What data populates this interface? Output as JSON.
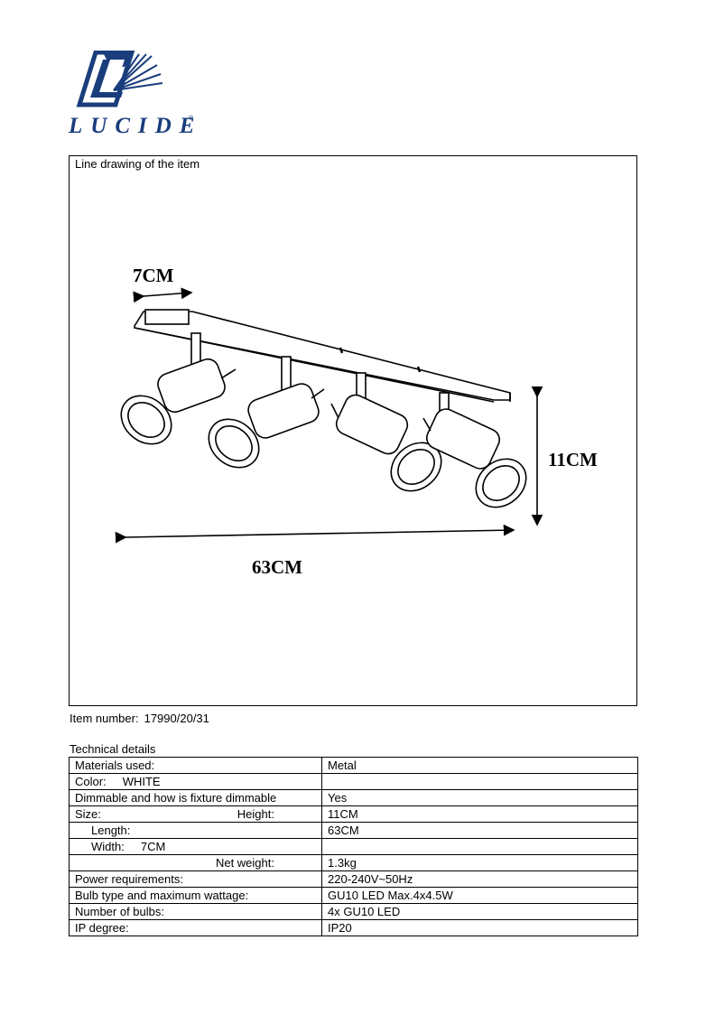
{
  "brand": {
    "name": "LUCIDE",
    "mark": "®"
  },
  "drawing": {
    "caption": "Line drawing of the item",
    "dims": {
      "width": "7CM",
      "height": "11CM",
      "length": "63CM"
    }
  },
  "item": {
    "label": "Item number:",
    "value": "17990/20/31"
  },
  "tech": {
    "title": "Technical details",
    "materials": {
      "label": "Materials used:",
      "value": "Metal"
    },
    "color": {
      "label": "Color:",
      "value": "WHITE"
    },
    "dimmable": {
      "label": "Dimmable and how is fixture dimmable",
      "value": "Yes"
    },
    "size": {
      "label": "Size:",
      "height_label": "Height:",
      "height_value": "11CM"
    },
    "length": {
      "label": "Length:",
      "value": "63CM"
    },
    "width": {
      "label": "Width:",
      "value": "7CM"
    },
    "net_weight": {
      "label": "Net weight:",
      "value": "1.3kg"
    },
    "power": {
      "label": "Power requirements:",
      "value": "220-240V~50Hz"
    },
    "bulb_type": {
      "label": "Bulb type and maximum wattage:",
      "value": "GU10 LED Max.4x4.5W"
    },
    "bulb_count": {
      "label": "Number of bulbs:",
      "value": "4x GU10 LED"
    },
    "ip": {
      "label": "IP degree:",
      "value": "IP20"
    }
  }
}
